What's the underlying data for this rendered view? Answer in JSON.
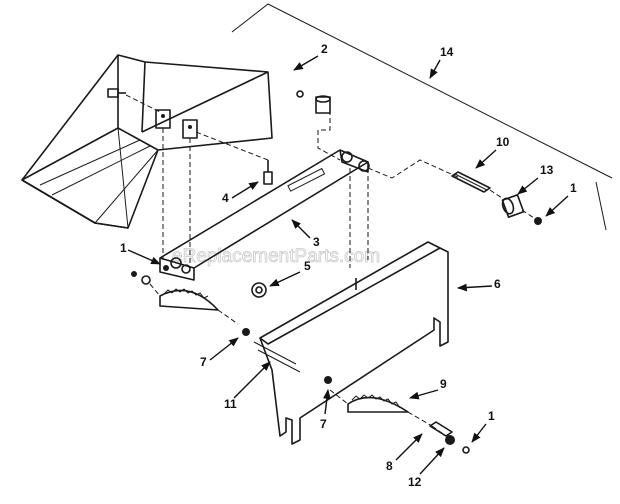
{
  "watermark": "eReplacementParts.com",
  "callouts": {
    "c14": "14",
    "c2": "2",
    "c10": "10",
    "c13": "13",
    "c1_top": "1",
    "c4": "4",
    "c3": "3",
    "c1_left": "1",
    "c5": "5",
    "c6_right": "6",
    "c7_left": "7",
    "c11": "11",
    "c7_mid": "7",
    "c9": "9",
    "c1_bottom": "1",
    "c8": "8",
    "c12": "12"
  }
}
